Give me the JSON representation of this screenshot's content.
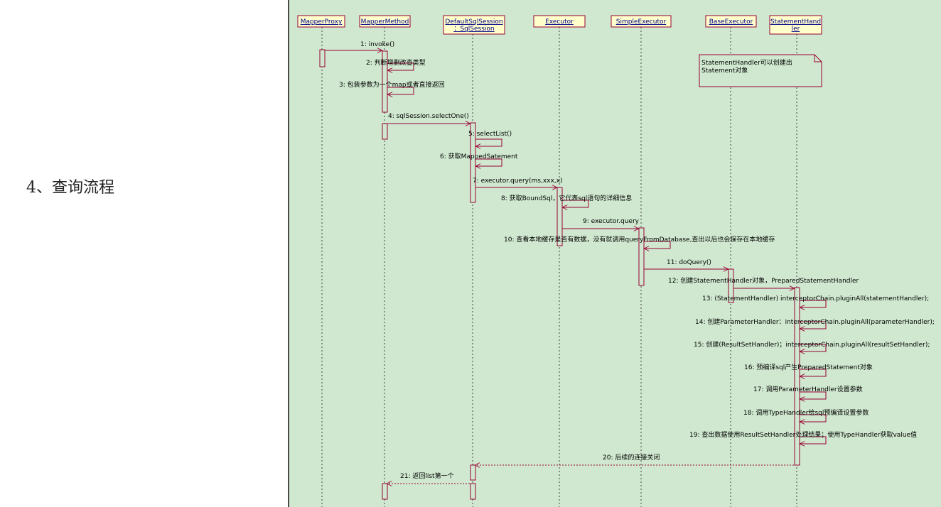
{
  "heading": "4、查询流程",
  "colors": {
    "canvas_bg": "#cfe8cf",
    "box_fill": "#ffffcc",
    "line": "#990033",
    "lifeline": "#404040",
    "object_text": "#00008b"
  },
  "lifelines": [
    {
      "id": "MapperProxy",
      "lines": [
        "MapperProxy"
      ]
    },
    {
      "id": "MapperMethod",
      "lines": [
        "MapperMethod"
      ]
    },
    {
      "id": "DefaultSqlSession",
      "lines": [
        "DefaultSqlSession",
        "：SqlSession"
      ]
    },
    {
      "id": "Executor",
      "lines": [
        "Executor"
      ]
    },
    {
      "id": "SimpleExecutor",
      "lines": [
        "SimpleExecutor"
      ]
    },
    {
      "id": "BaseExecutor",
      "lines": [
        "BaseExecutor"
      ]
    },
    {
      "id": "StatementHandler",
      "lines": [
        "StatementHand",
        "ler"
      ]
    }
  ],
  "note": {
    "lines": [
      "StatementHandler可以创建出",
      "Statement对象"
    ]
  },
  "messages": [
    {
      "label": "1: invoke()",
      "from": "MapperProxy",
      "to": "MapperMethod",
      "kind": "call"
    },
    {
      "label": "2: 判断增删改查类型",
      "from": "MapperMethod",
      "to": "MapperMethod",
      "kind": "self"
    },
    {
      "label": "3: 包装参数为一个map或者直接返回",
      "from": "MapperMethod",
      "to": "MapperMethod",
      "kind": "self"
    },
    {
      "label": "4: sqlSession.selectOne()",
      "from": "MapperMethod",
      "to": "DefaultSqlSession",
      "kind": "call"
    },
    {
      "label": "5: selectList()",
      "from": "DefaultSqlSession",
      "to": "DefaultSqlSession",
      "kind": "self"
    },
    {
      "label": "6: 获取MappedSatement",
      "from": "DefaultSqlSession",
      "to": "DefaultSqlSession",
      "kind": "self"
    },
    {
      "label": "7: executor.query(ms,xxx,x)",
      "from": "DefaultSqlSession",
      "to": "Executor",
      "kind": "call"
    },
    {
      "label": "8: 获取BoundSql，它代表sql语句的详细信息",
      "from": "Executor",
      "to": "Executor",
      "kind": "self"
    },
    {
      "label": "9: executor.query",
      "from": "Executor",
      "to": "SimpleExecutor",
      "kind": "call"
    },
    {
      "label": "10: 查看本地缓存是否有数据，没有就调用queryFromDatabase,查出以后也会保存在本地缓存",
      "from": "SimpleExecutor",
      "to": "SimpleExecutor",
      "kind": "self"
    },
    {
      "label": "11: doQuery()",
      "from": "SimpleExecutor",
      "to": "BaseExecutor",
      "kind": "call"
    },
    {
      "label": "12: 创建StatementHandler对象，PreparedStatementHandler",
      "from": "BaseExecutor",
      "to": "StatementHandler",
      "kind": "call"
    },
    {
      "label": "13: (StatementHandler) interceptorChain.pluginAll(statementHandler);",
      "from": "StatementHandler",
      "to": "StatementHandler",
      "kind": "self"
    },
    {
      "label": "14: 创建ParameterHandler：interceptorChain.pluginAll(parameterHandler);",
      "from": "StatementHandler",
      "to": "StatementHandler",
      "kind": "self"
    },
    {
      "label": "15: 创建(ResultSetHandler)；interceptorChain.pluginAll(resultSetHandler);",
      "from": "StatementHandler",
      "to": "StatementHandler",
      "kind": "self"
    },
    {
      "label": "16: 预编译sql产生PreparedStatement对象",
      "from": "StatementHandler",
      "to": "StatementHandler",
      "kind": "self"
    },
    {
      "label": "17: 调用ParameterHandler设置参数",
      "from": "StatementHandler",
      "to": "StatementHandler",
      "kind": "self"
    },
    {
      "label": "18: 调用TypeHandler给sql预编译设置参数",
      "from": "StatementHandler",
      "to": "StatementHandler",
      "kind": "self"
    },
    {
      "label": "19: 查出数据使用ResultSetHandler处理结果；使用TypeHandler获取value值",
      "from": "StatementHandler",
      "to": "StatementHandler",
      "kind": "self"
    },
    {
      "label": "20: 后续的连接关闭",
      "from": "StatementHandler",
      "to": "DefaultSqlSession",
      "kind": "return"
    },
    {
      "label": "21: 返回list第一个",
      "from": "DefaultSqlSession",
      "to": "MapperMethod",
      "kind": "return"
    }
  ]
}
